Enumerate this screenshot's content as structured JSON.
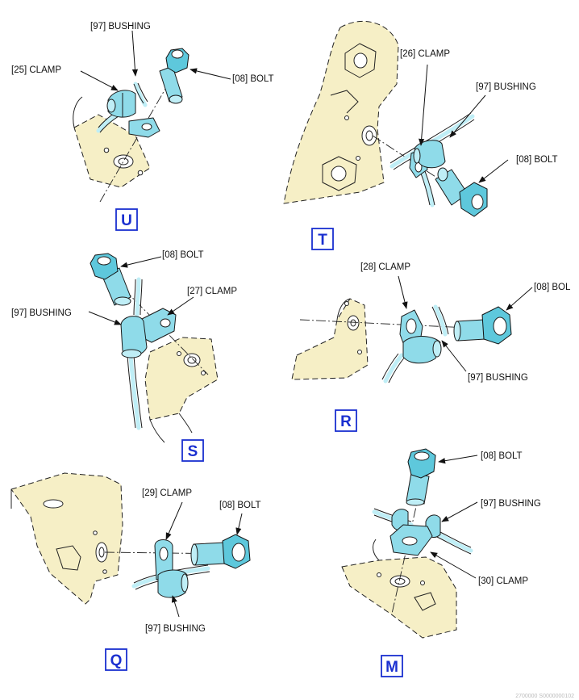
{
  "views": [
    {
      "id": "U",
      "callouts": [
        "[97] BUSHING",
        "[25] CLAMP",
        "[08] BOLT"
      ]
    },
    {
      "id": "T",
      "callouts": [
        "[26] CLAMP",
        "[97] BUSHING",
        "[08] BOLT"
      ]
    },
    {
      "id": "S",
      "callouts": [
        "[08] BOLT",
        "[27] CLAMP",
        "[97] BUSHING"
      ]
    },
    {
      "id": "R",
      "callouts": [
        "[28] CLAMP",
        "[08] BOL",
        "[97] BUSHING"
      ]
    },
    {
      "id": "Q",
      "callouts": [
        "[29] CLAMP",
        "[08] BOLT",
        "[97] BUSHING"
      ]
    },
    {
      "id": "M",
      "callouts": [
        "[08] BOLT",
        "[97] BUSHING",
        "[30] CLAMP"
      ]
    }
  ],
  "footer": "2700000 S0000000102",
  "colors": {
    "bracket": "#f6efc6",
    "part": "#8fdbe9",
    "bolt_head": "#5ec8dc",
    "tag": "#1a2fd0"
  }
}
